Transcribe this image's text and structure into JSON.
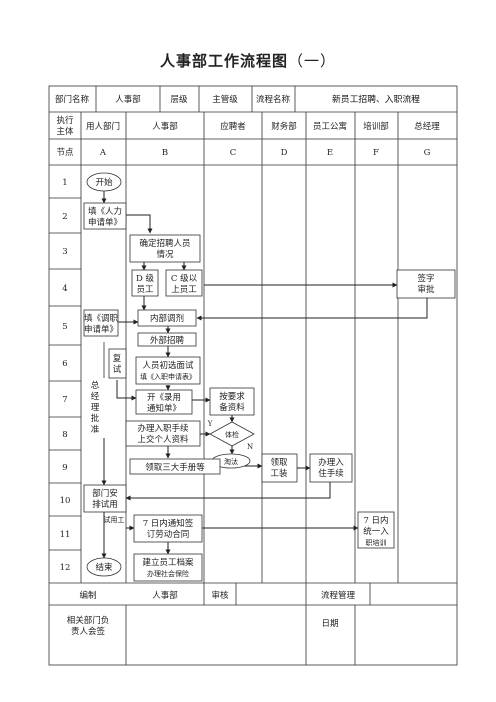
{
  "title": "人事部工作流程图",
  "title_suffix": "（一）",
  "header": {
    "dept_name_label": "部门名称",
    "dept_name_value": "人事部",
    "level_label": "层级",
    "level_value": "主管级",
    "process_name_label": "流程名称",
    "process_name_value": "新员工招聘、入职流程"
  },
  "roles": {
    "label": [
      "执行",
      "主体"
    ],
    "cols": [
      "用人部门",
      "人事部",
      "应聘者",
      "财务部",
      "员工公寓",
      "培训部",
      "总经理"
    ]
  },
  "nodes_row": {
    "label": "节点",
    "cols": [
      "A",
      "B",
      "C",
      "D",
      "E",
      "F",
      "G"
    ]
  },
  "row_numbers": [
    "1",
    "2",
    "3",
    "4",
    "5",
    "6",
    "7",
    "8",
    "9",
    "10",
    "11",
    "12"
  ],
  "shapes": {
    "start": "开始",
    "fill_request": [
      "填《人力",
      "申请单》"
    ],
    "confirm_need": [
      "确定招聘人员",
      "情况"
    ],
    "d_level": [
      "D 级",
      "员工"
    ],
    "c_level": [
      "C 级以",
      "上员工"
    ],
    "gm_sign": [
      "签字",
      "审批"
    ],
    "fill_transfer": [
      "填《调职",
      "申请单》"
    ],
    "internal_transfer": "内部调剂",
    "external_recruit": "外部招聘",
    "retest": [
      "复",
      "试"
    ],
    "gm_approve": [
      "总",
      "经",
      "理",
      "批",
      "准"
    ],
    "interview": [
      "人员初选面试",
      "填《入职申请表》"
    ],
    "hire_notice": [
      "开《录用",
      "通知单》"
    ],
    "prepare_docs": [
      "按要求",
      "备资料"
    ],
    "onboard_docs": [
      "办理入职手续",
      "上交个人资料"
    ],
    "health_check": "体检",
    "yes_mark": "Y",
    "no_mark": "N",
    "eliminate": "淘汰",
    "get_uniform": [
      "领取",
      "工装"
    ],
    "dorm_checkin": [
      "办理入",
      "住手续"
    ],
    "receive_forms": "领取三大手册等",
    "dept_trial": [
      "部门安",
      "排试用"
    ],
    "probation_label": "试用工",
    "contract": [
      "7 日内通知签",
      "订劳动合同"
    ],
    "training": [
      "7 日内",
      "统一入",
      "职培训"
    ],
    "end": "结束",
    "archive": [
      "建立员工档案",
      "办理社会保险"
    ]
  },
  "footer": {
    "prepared_label": "编制",
    "prepared_value": "人事部",
    "review_label": "审核",
    "process_mgmt_label": "流程管理",
    "dept_heads_label": [
      "相关部门负",
      "责人会签"
    ],
    "date_label": "日期"
  }
}
